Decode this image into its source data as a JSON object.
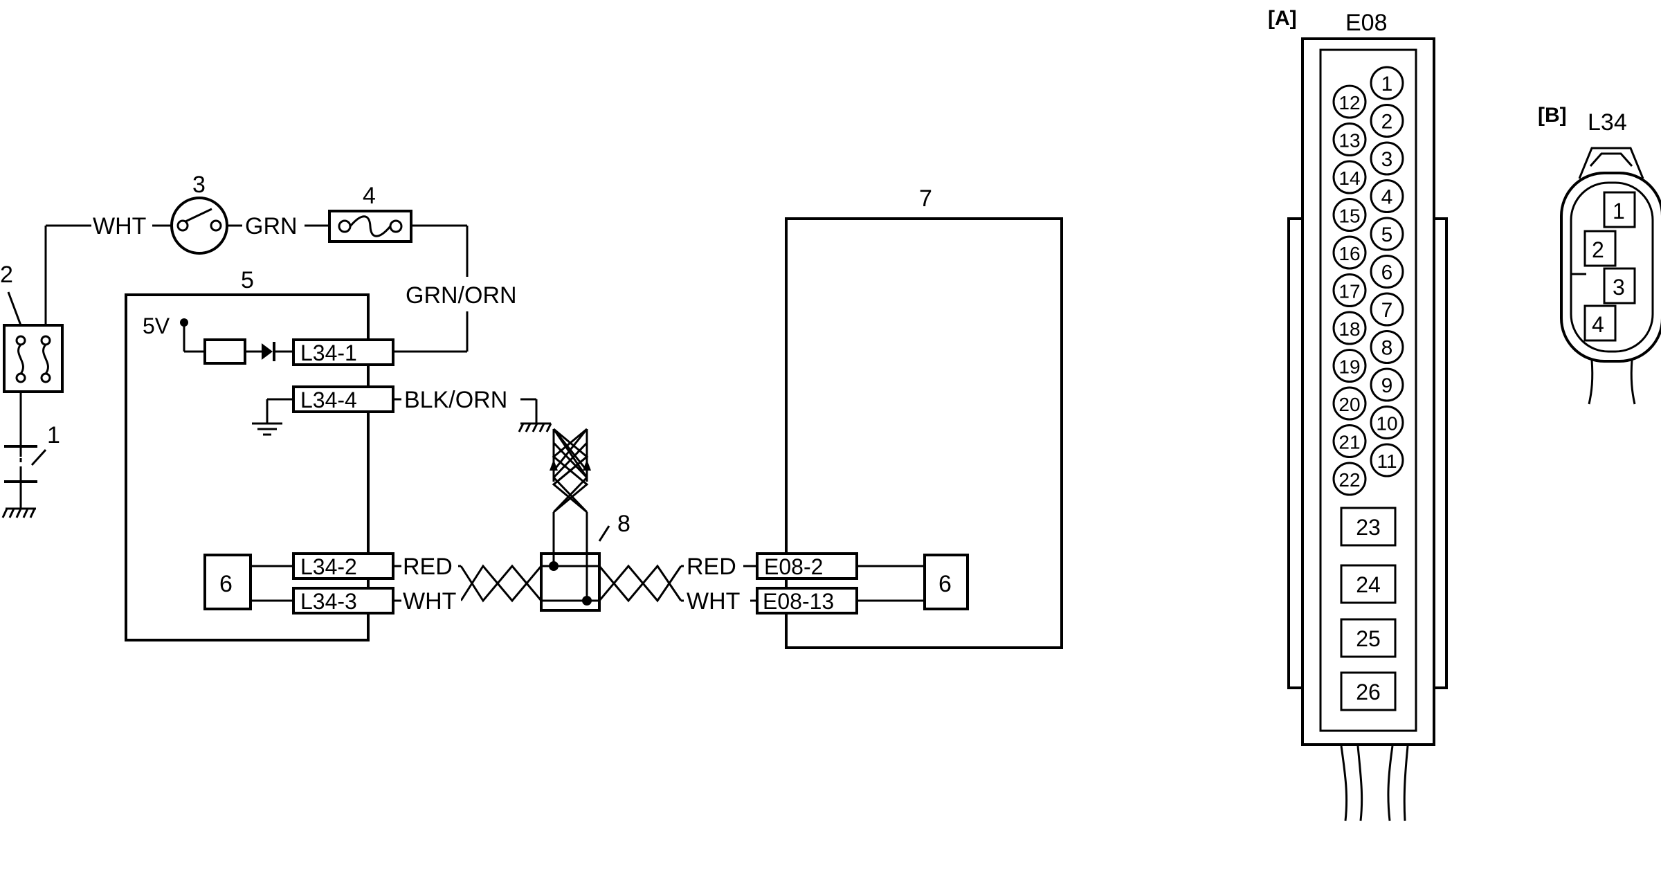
{
  "callouts": {
    "n1": "1",
    "n2": "2",
    "n3": "3",
    "n4": "4",
    "n5": "5",
    "n6a": "6",
    "n6b": "6",
    "n7": "7",
    "n8": "8"
  },
  "wires": {
    "wht_top": "WHT",
    "grn": "GRN",
    "grn_orn": "GRN/ORN",
    "blk_orn": "BLK/ORN",
    "red_left": "RED",
    "wht_left": "WHT",
    "red_right": "RED",
    "wht_right": "WHT"
  },
  "supply": {
    "v5": "5V"
  },
  "terminals": {
    "l34_1": "L34-1",
    "l34_4": "L34-4",
    "l34_2": "L34-2",
    "l34_3": "L34-3",
    "e08_2": "E08-2",
    "e08_13": "E08-13"
  },
  "connector_a": {
    "tag": "[A]",
    "name": "E08",
    "right_pins": [
      "1",
      "2",
      "3",
      "4",
      "5",
      "6",
      "7",
      "8",
      "9",
      "10",
      "11"
    ],
    "left_pins": [
      "12",
      "13",
      "14",
      "15",
      "16",
      "17",
      "18",
      "19",
      "20",
      "21",
      "22"
    ],
    "square_pins": [
      "23",
      "24",
      "25",
      "26"
    ]
  },
  "connector_b": {
    "tag": "[B]",
    "name": "L34",
    "pins": [
      "1",
      "2",
      "3",
      "4"
    ]
  }
}
